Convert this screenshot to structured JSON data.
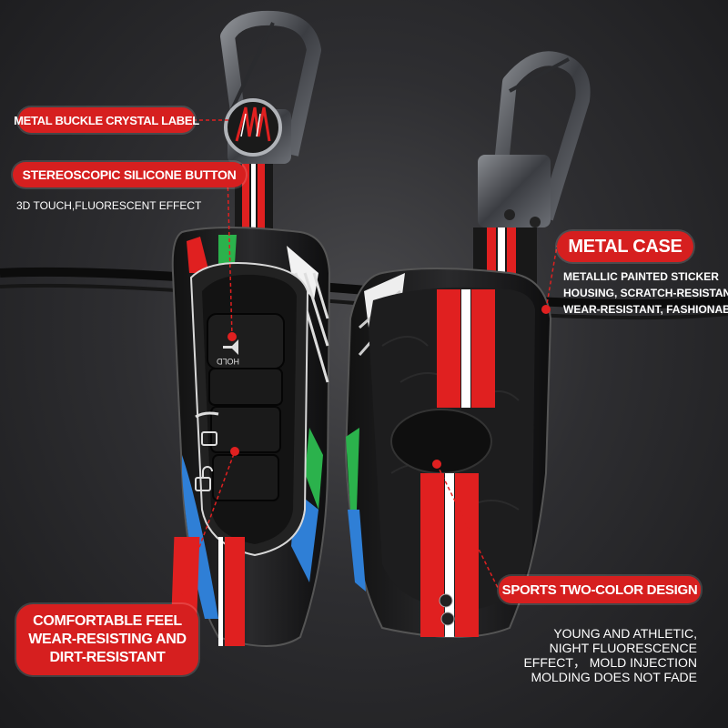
{
  "labels": {
    "metal_buckle": "METAL BUCKLE CRYSTAL LABEL",
    "silicone_button": "STEREOSCOPIC SILICONE BUTTON",
    "touch_note": "3D TOUCH,FLUORESCENT EFFECT",
    "metal_case": "METAL CASE",
    "metal_case_desc": [
      "METALLIC PAINTED STICKER",
      "HOUSING, SCRATCH-RESISTANT,",
      "WEAR-RESISTANT, FASHIONABLE."
    ],
    "comfortable": [
      "COMFORTABLE FEEL",
      "WEAR-RESISTING AND",
      "DIRT-RESISTANT"
    ],
    "sports": "SPORTS TWO-COLOR DESIGN",
    "sports_desc": [
      "YOUNG AND ATHLETIC,",
      "NIGHT FLUORESCENCE",
      "EFFECT， MOLD INJECTION",
      "MOLDING DOES NOT FADE"
    ]
  },
  "key_buttons": {
    "top_label": "HOLD",
    "icons": [
      "alarm-icon",
      "unlock-icon",
      "lock-icon"
    ]
  },
  "colors": {
    "accent_red": "#d61f1f",
    "background": "#2c2c2e",
    "stripe_green": "#2bb24c",
    "stripe_blue": "#2f7fd6"
  }
}
